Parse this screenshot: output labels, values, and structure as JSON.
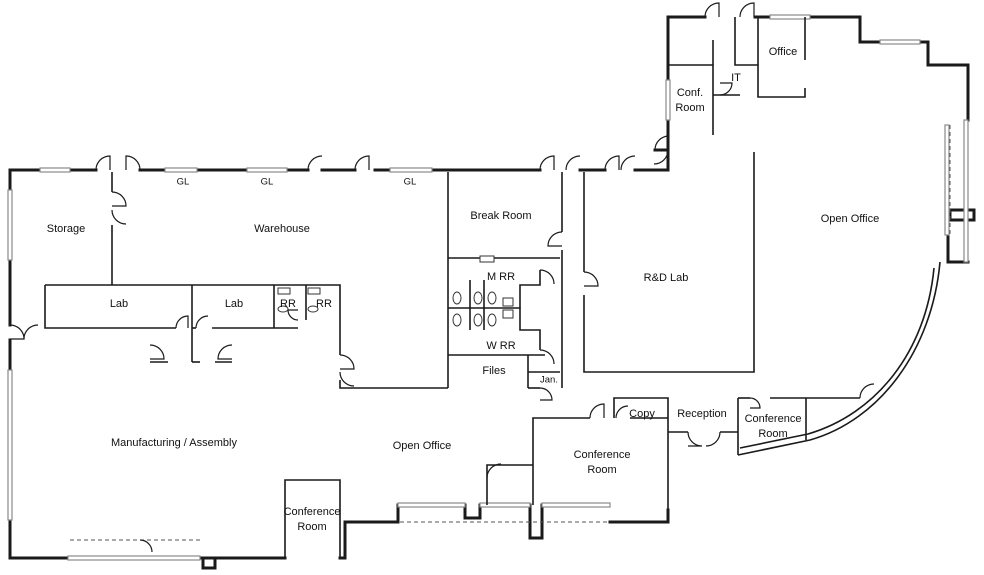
{
  "rooms": {
    "storage": "Storage",
    "warehouse": "Warehouse",
    "break_room": "Break Room",
    "conf_room_small_line1": "Conf.",
    "conf_room_small_line2": "Room",
    "it": "IT",
    "office": "Office",
    "open_office_right": "Open Office",
    "rd_lab": "R&D Lab",
    "lab_1": "Lab",
    "lab_2": "Lab",
    "rr_1": "RR",
    "rr_2": "RR",
    "m_rr": "M RR",
    "w_rr": "W RR",
    "files": "Files",
    "jan": "Jan.",
    "copy": "Copy",
    "reception": "Reception",
    "conference_right_line1": "Conference",
    "conference_right_line2": "Room",
    "manufacturing": "Manufacturing / Assembly",
    "open_office_center": "Open Office",
    "conference_center_line1": "Conference",
    "conference_center_line2": "Room",
    "conference_bottom_line1": "Conference",
    "conference_bottom_line2": "Room"
  },
  "glass_labels": [
    "GL",
    "GL",
    "GL"
  ]
}
